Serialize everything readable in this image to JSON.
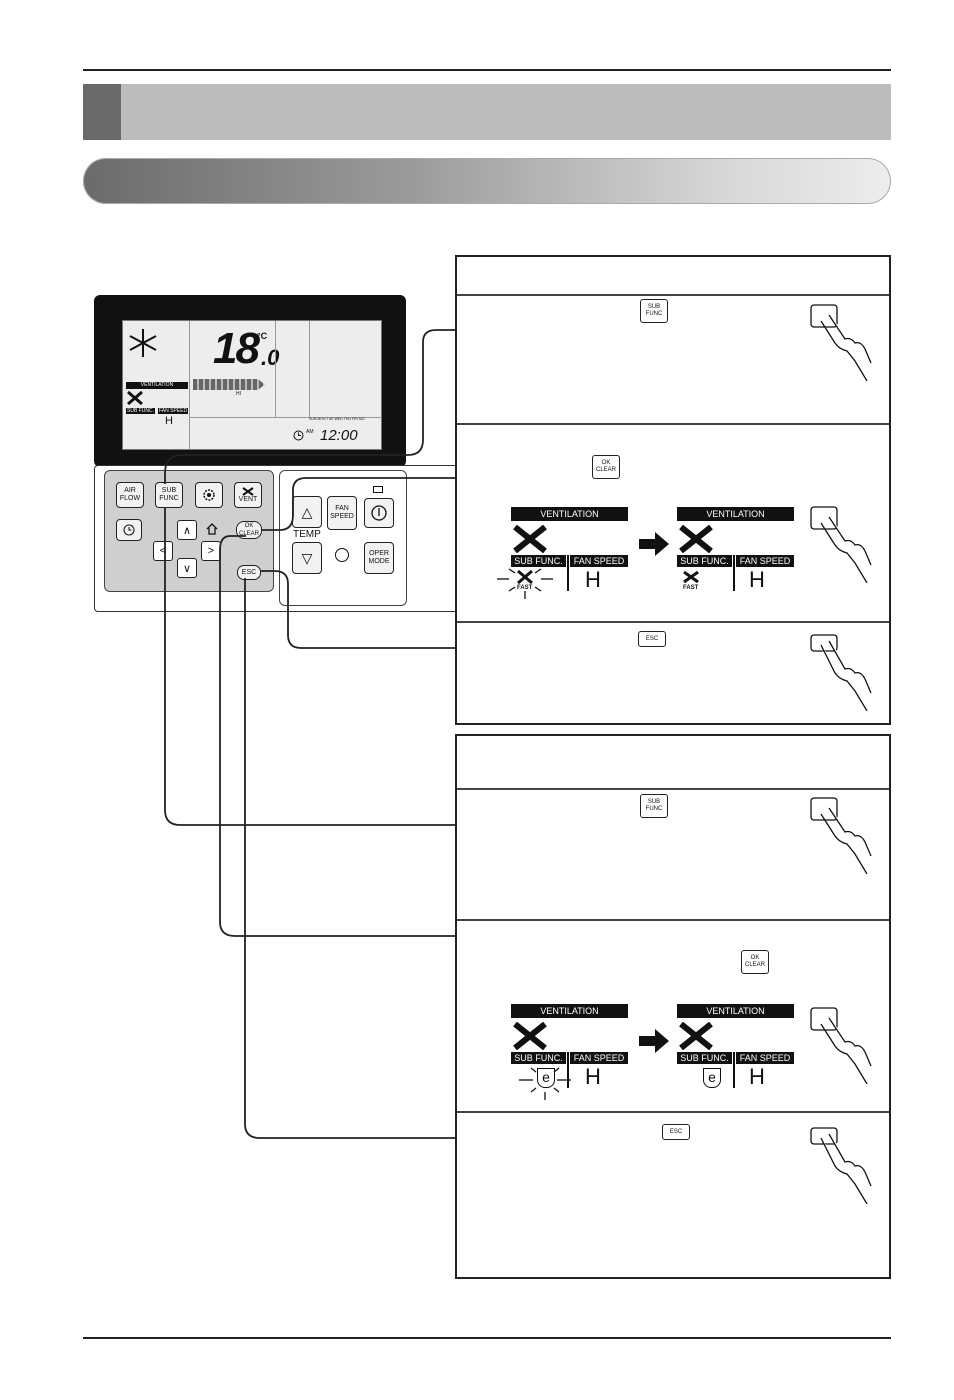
{
  "remote": {
    "lcd": {
      "temperature": "18",
      "temperature_decimal": ".0",
      "unit": "°C",
      "ventilation_label": "VENTILATION",
      "fan_level": "HI",
      "sub_func_label": "SUB FUNC.",
      "fan_speed_label": "FAN SPEED",
      "fan_speed_value": "H",
      "days": [
        "SUN",
        "MON",
        "TUE",
        "WED",
        "THU",
        "FRI",
        "SAT"
      ],
      "am": "AM",
      "clock": "12:00"
    },
    "buttons": {
      "air_flow": "AIR FLOW",
      "sub_func": "SUB FUNC",
      "vent": "VENT",
      "ok_clear": "OK CLEAR",
      "esc": "ESC",
      "temp": "TEMP",
      "fan_speed": "FAN SPEED",
      "oper_mode": "OPER MODE"
    }
  },
  "panel1": {
    "step1": {
      "key": "SUB FUNC"
    },
    "step2": {
      "key": "OK CLEAR",
      "before": {
        "ventilation": "VENTILATION",
        "sub_func": "SUB FUNC.",
        "fan_speed": "FAN SPEED",
        "mode": "FAST",
        "speed": "H"
      },
      "after": {
        "ventilation": "VENTILATION",
        "sub_func": "SUB FUNC.",
        "fan_speed": "FAN SPEED",
        "mode": "FAST",
        "speed": "H"
      }
    },
    "step3": {
      "key": "ESC"
    }
  },
  "panel2": {
    "step1": {
      "key": "SUB FUNC"
    },
    "step2": {
      "key": "OK CLEAR",
      "before": {
        "ventilation": "VENTILATION",
        "sub_func": "SUB FUNC.",
        "fan_speed": "FAN SPEED",
        "mode": "e",
        "speed": "H"
      },
      "after": {
        "ventilation": "VENTILATION",
        "sub_func": "SUB FUNC.",
        "fan_speed": "FAN SPEED",
        "mode": "e",
        "speed": "H"
      }
    },
    "step3": {
      "key": "ESC"
    }
  },
  "colors": {
    "title_bar": "#bcbcbc",
    "title_tab": "#6a6a6a",
    "lcd_bg": "#ededed",
    "button_pad": "#cfcfcf"
  }
}
